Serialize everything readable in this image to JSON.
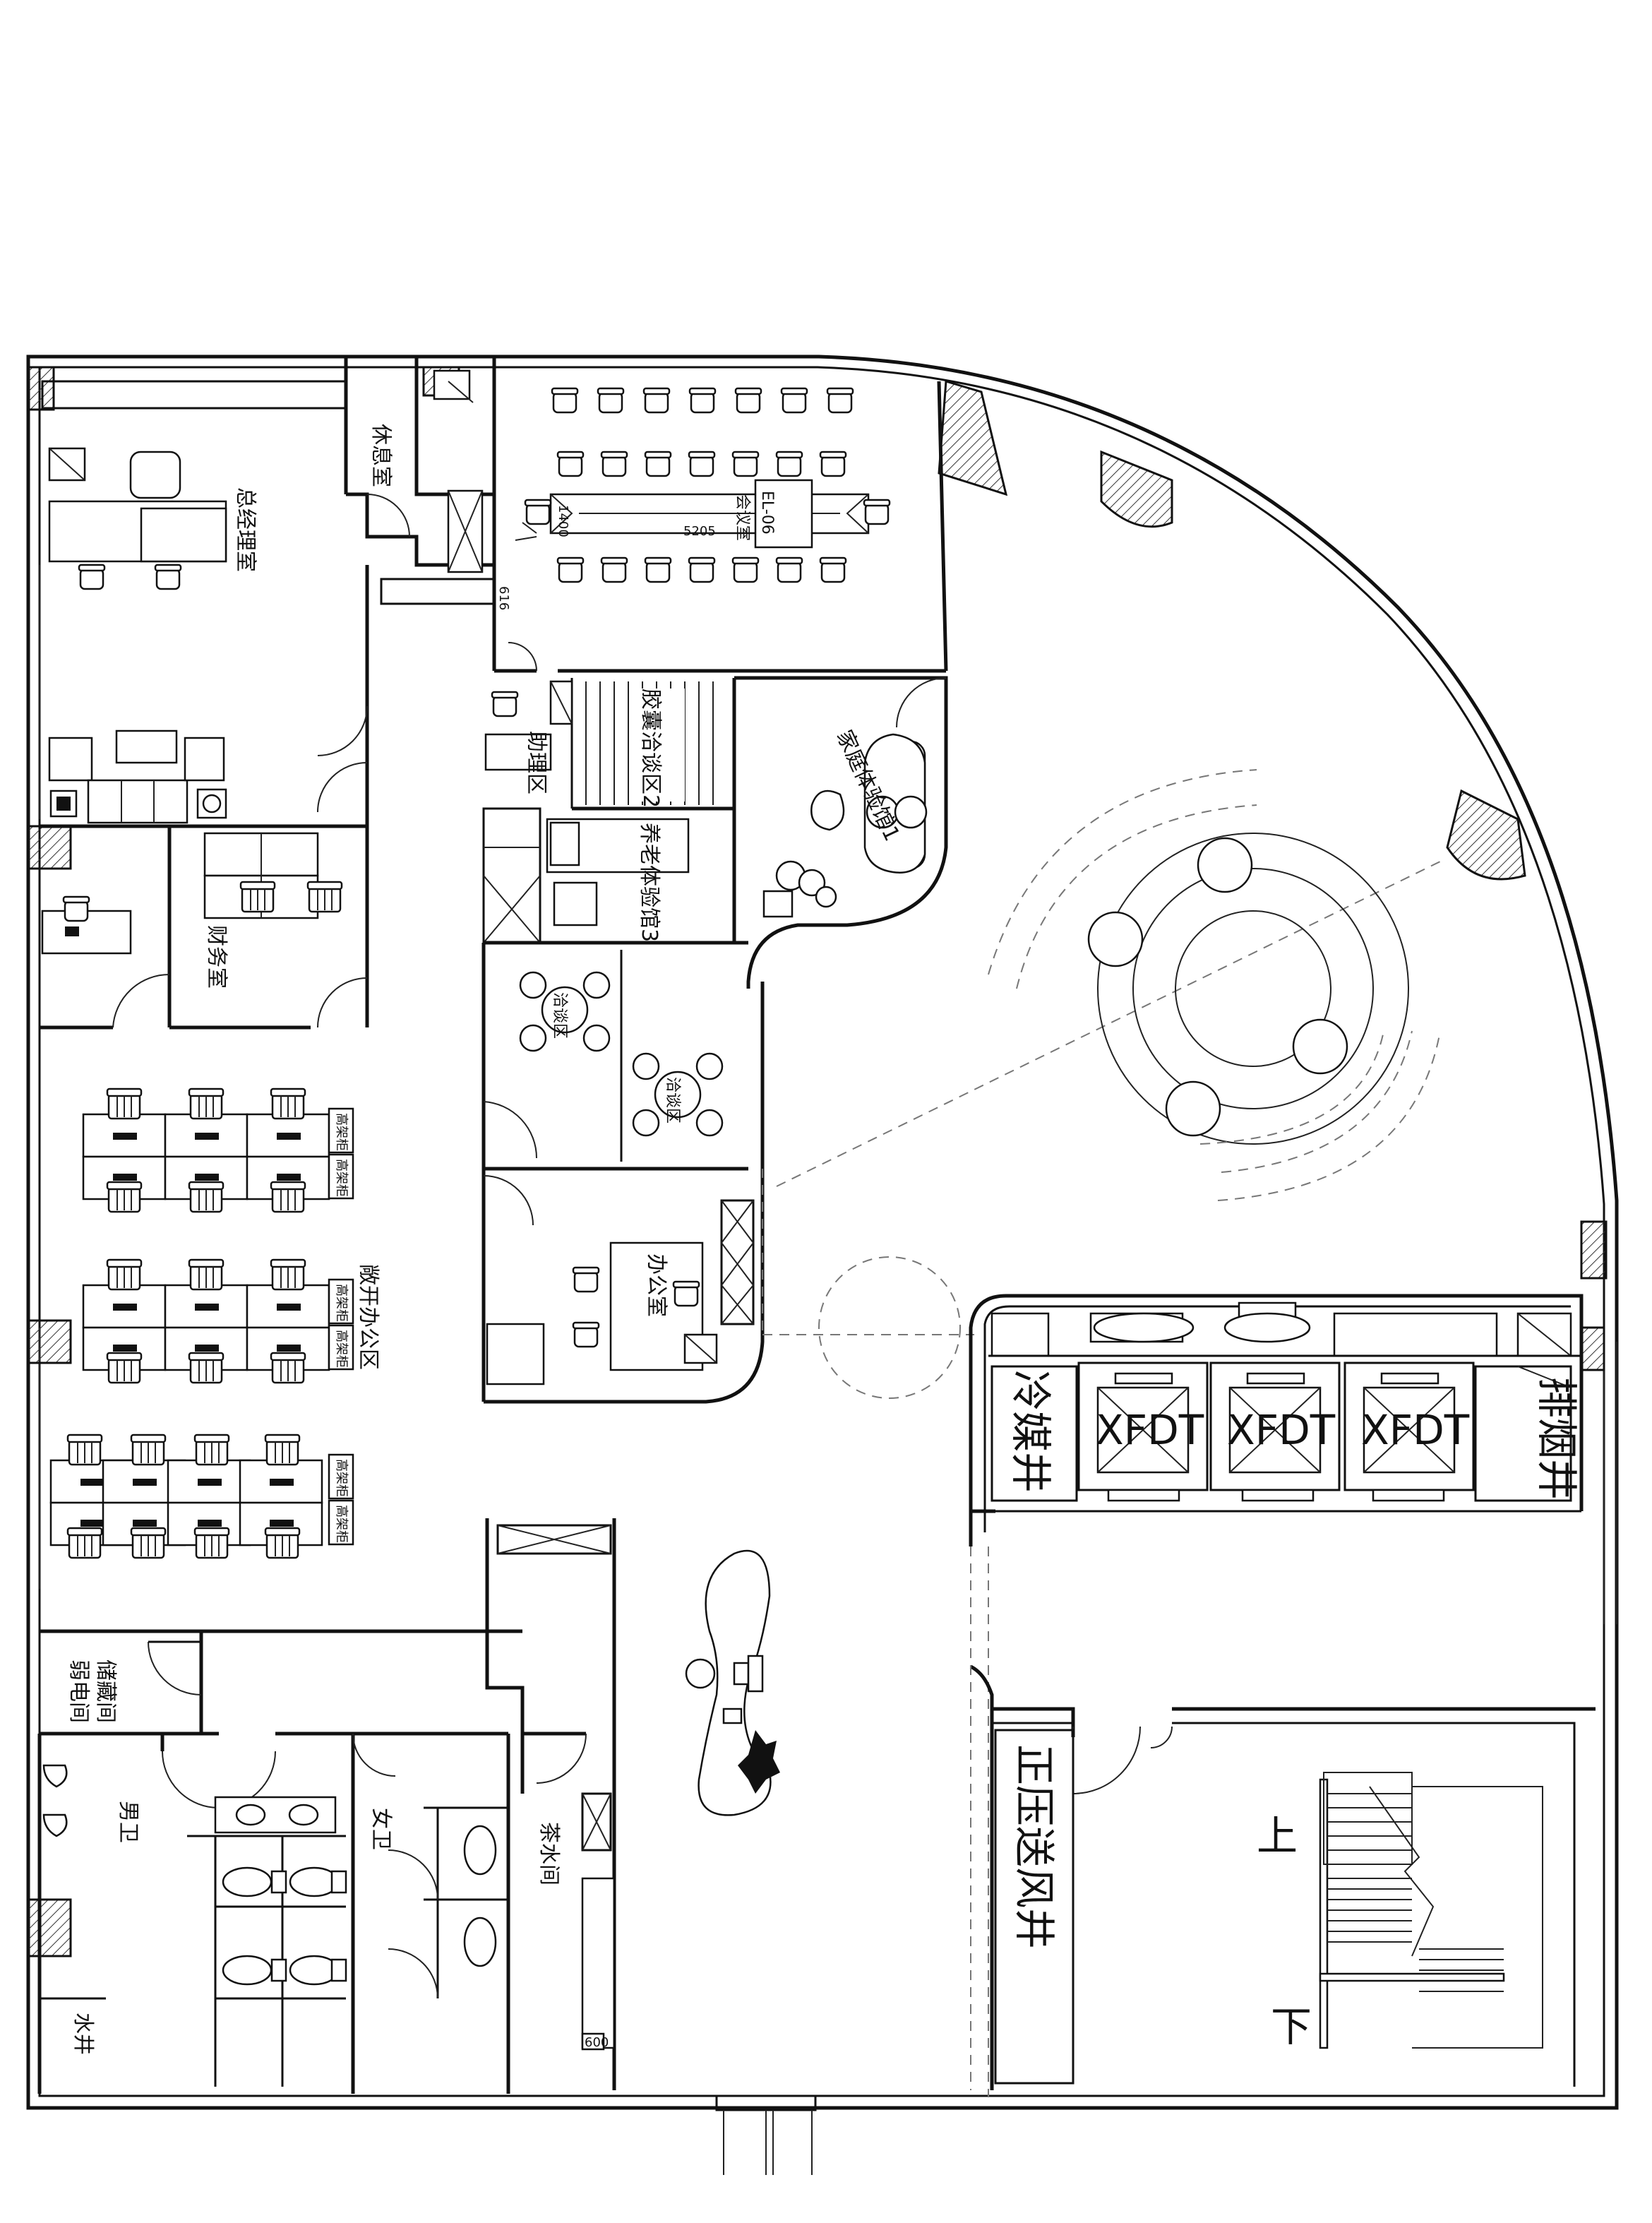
{
  "rooms": {
    "general_manager": "总经理室",
    "rest_room": "休息室",
    "conference_room": "会议室",
    "conference_table_length": "5205",
    "conference_table_width": "1400",
    "conference_table_code": "EL-06",
    "door_width_top": "616",
    "capsule_talk": "胶囊洽谈区2",
    "assistant": "助理区",
    "family_experience": "家庭体验馆1",
    "elderly_experience": "养老体验馆3",
    "finance": "财务室",
    "talk_zone_1": "洽谈区",
    "talk_zone_2": "洽谈区",
    "office": "办公室",
    "open_office": "敞开办公区",
    "storage": "储藏间",
    "weak_electric": "弱电间",
    "men_wc": "男卫",
    "women_wc": "女卫",
    "tea_room": "茶水间",
    "water_shaft": "水井",
    "dim_600": "600",
    "refrigerant_shaft": "冷媒井",
    "smoke_shaft": "排烟井",
    "pressure_shaft": "正压送风井",
    "elevator_1": "XFDT",
    "elevator_2": "XFDT",
    "elevator_3": "XFDT",
    "stair_up": "上",
    "stair_down": "下"
  },
  "cabinet_label": "高架柜"
}
